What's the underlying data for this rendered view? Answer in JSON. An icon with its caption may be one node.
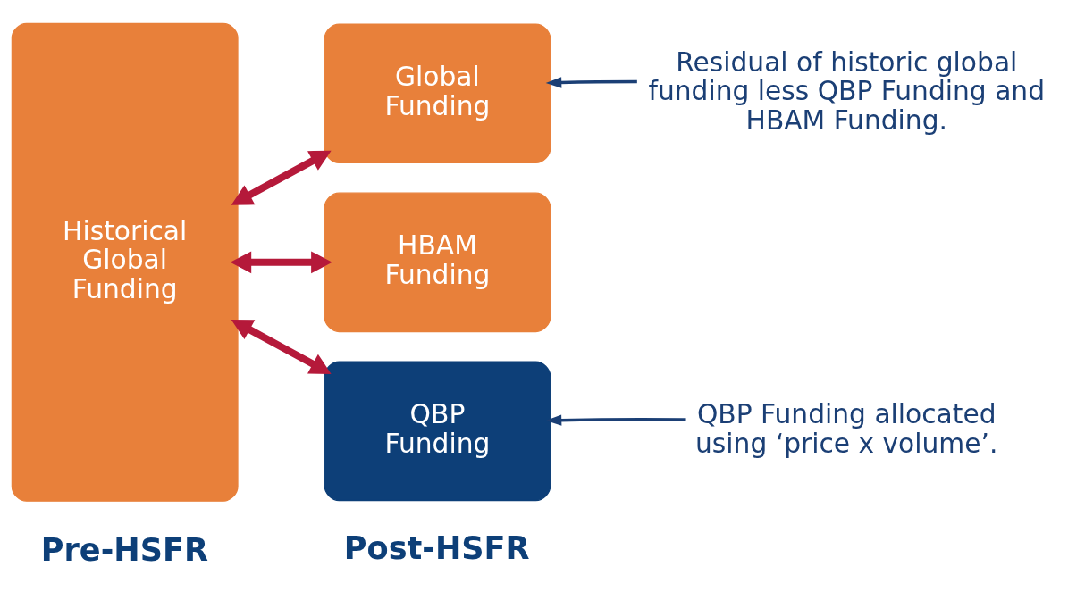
{
  "diagram": {
    "nodes": [
      {
        "text": [
          "Historical Global Funding"
        ]
      },
      {
        "text": [
          "Global Funding"
        ]
      },
      {
        "text": [
          "HBAM Funding"
        ]
      },
      {
        "text": [
          "QBP Funding"
        ]
      },
      {
        "text": [
          "Residual of historic global funding less QBP Funding and HBAM Funding."
        ]
      },
      {
        "text": [
          "QBP Funding allocated using ‘price x volume’."
        ]
      }
    ],
    "edges": [
      {
        "from": 0,
        "to": 1,
        "arrow": "both"
      },
      {
        "from": 0,
        "to": 2,
        "arrow": "both"
      },
      {
        "from": 0,
        "to": 3,
        "arrow": "both"
      },
      {
        "from": 4,
        "to": 1,
        "arrow": "to",
        "color": "#1b3f75"
      },
      {
        "from": 5,
        "to": 3,
        "arrow": "to",
        "color": "#1b3f75"
      }
    ],
    "labels": [
      "Pre-HSFR",
      "Post-HSFR"
    ]
  }
}
